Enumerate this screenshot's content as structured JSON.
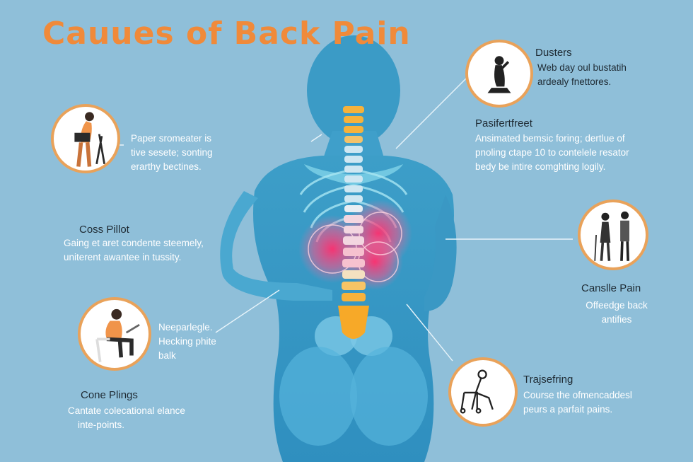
{
  "title": "Cauues of Back Pain",
  "items": [
    {
      "id": "top-right",
      "heading": "Dusters",
      "lines": [
        "Web day oul bustatih",
        "ardealy fnettores."
      ]
    },
    {
      "id": "middle-right-top",
      "heading": "Pasifertfreet",
      "lines": [
        "Ansimated bemsic foring; dertlue of",
        "pnoling ctape 10 to contelele resator",
        "bedy be intire comghting logily."
      ]
    },
    {
      "id": "left-top",
      "heading": "",
      "lines": [
        "Paper sromeater is",
        "tive sesete; sonting",
        "erarthy bectines."
      ]
    },
    {
      "id": "left-middle",
      "heading": "Coss Pillot",
      "lines": [
        "Gaing et aret condente steemely,",
        "uniterent awantee in tussity."
      ]
    },
    {
      "id": "left-lower-side",
      "heading": "",
      "lines": [
        "Neeparlegle.",
        "Hecking phite",
        "balk"
      ]
    },
    {
      "id": "left-bottom",
      "heading": "Cone Plings",
      "lines": [
        "Cantate colecational elance",
        "inte-points."
      ]
    },
    {
      "id": "right-middle",
      "heading": "Canslle Pain",
      "lines": [
        "Offeedge back",
        "antifies"
      ]
    },
    {
      "id": "right-bottom",
      "heading": "Trajsefring",
      "lines": [
        "Course the ofmencaddesl",
        "peurs a parfait pains."
      ]
    }
  ]
}
